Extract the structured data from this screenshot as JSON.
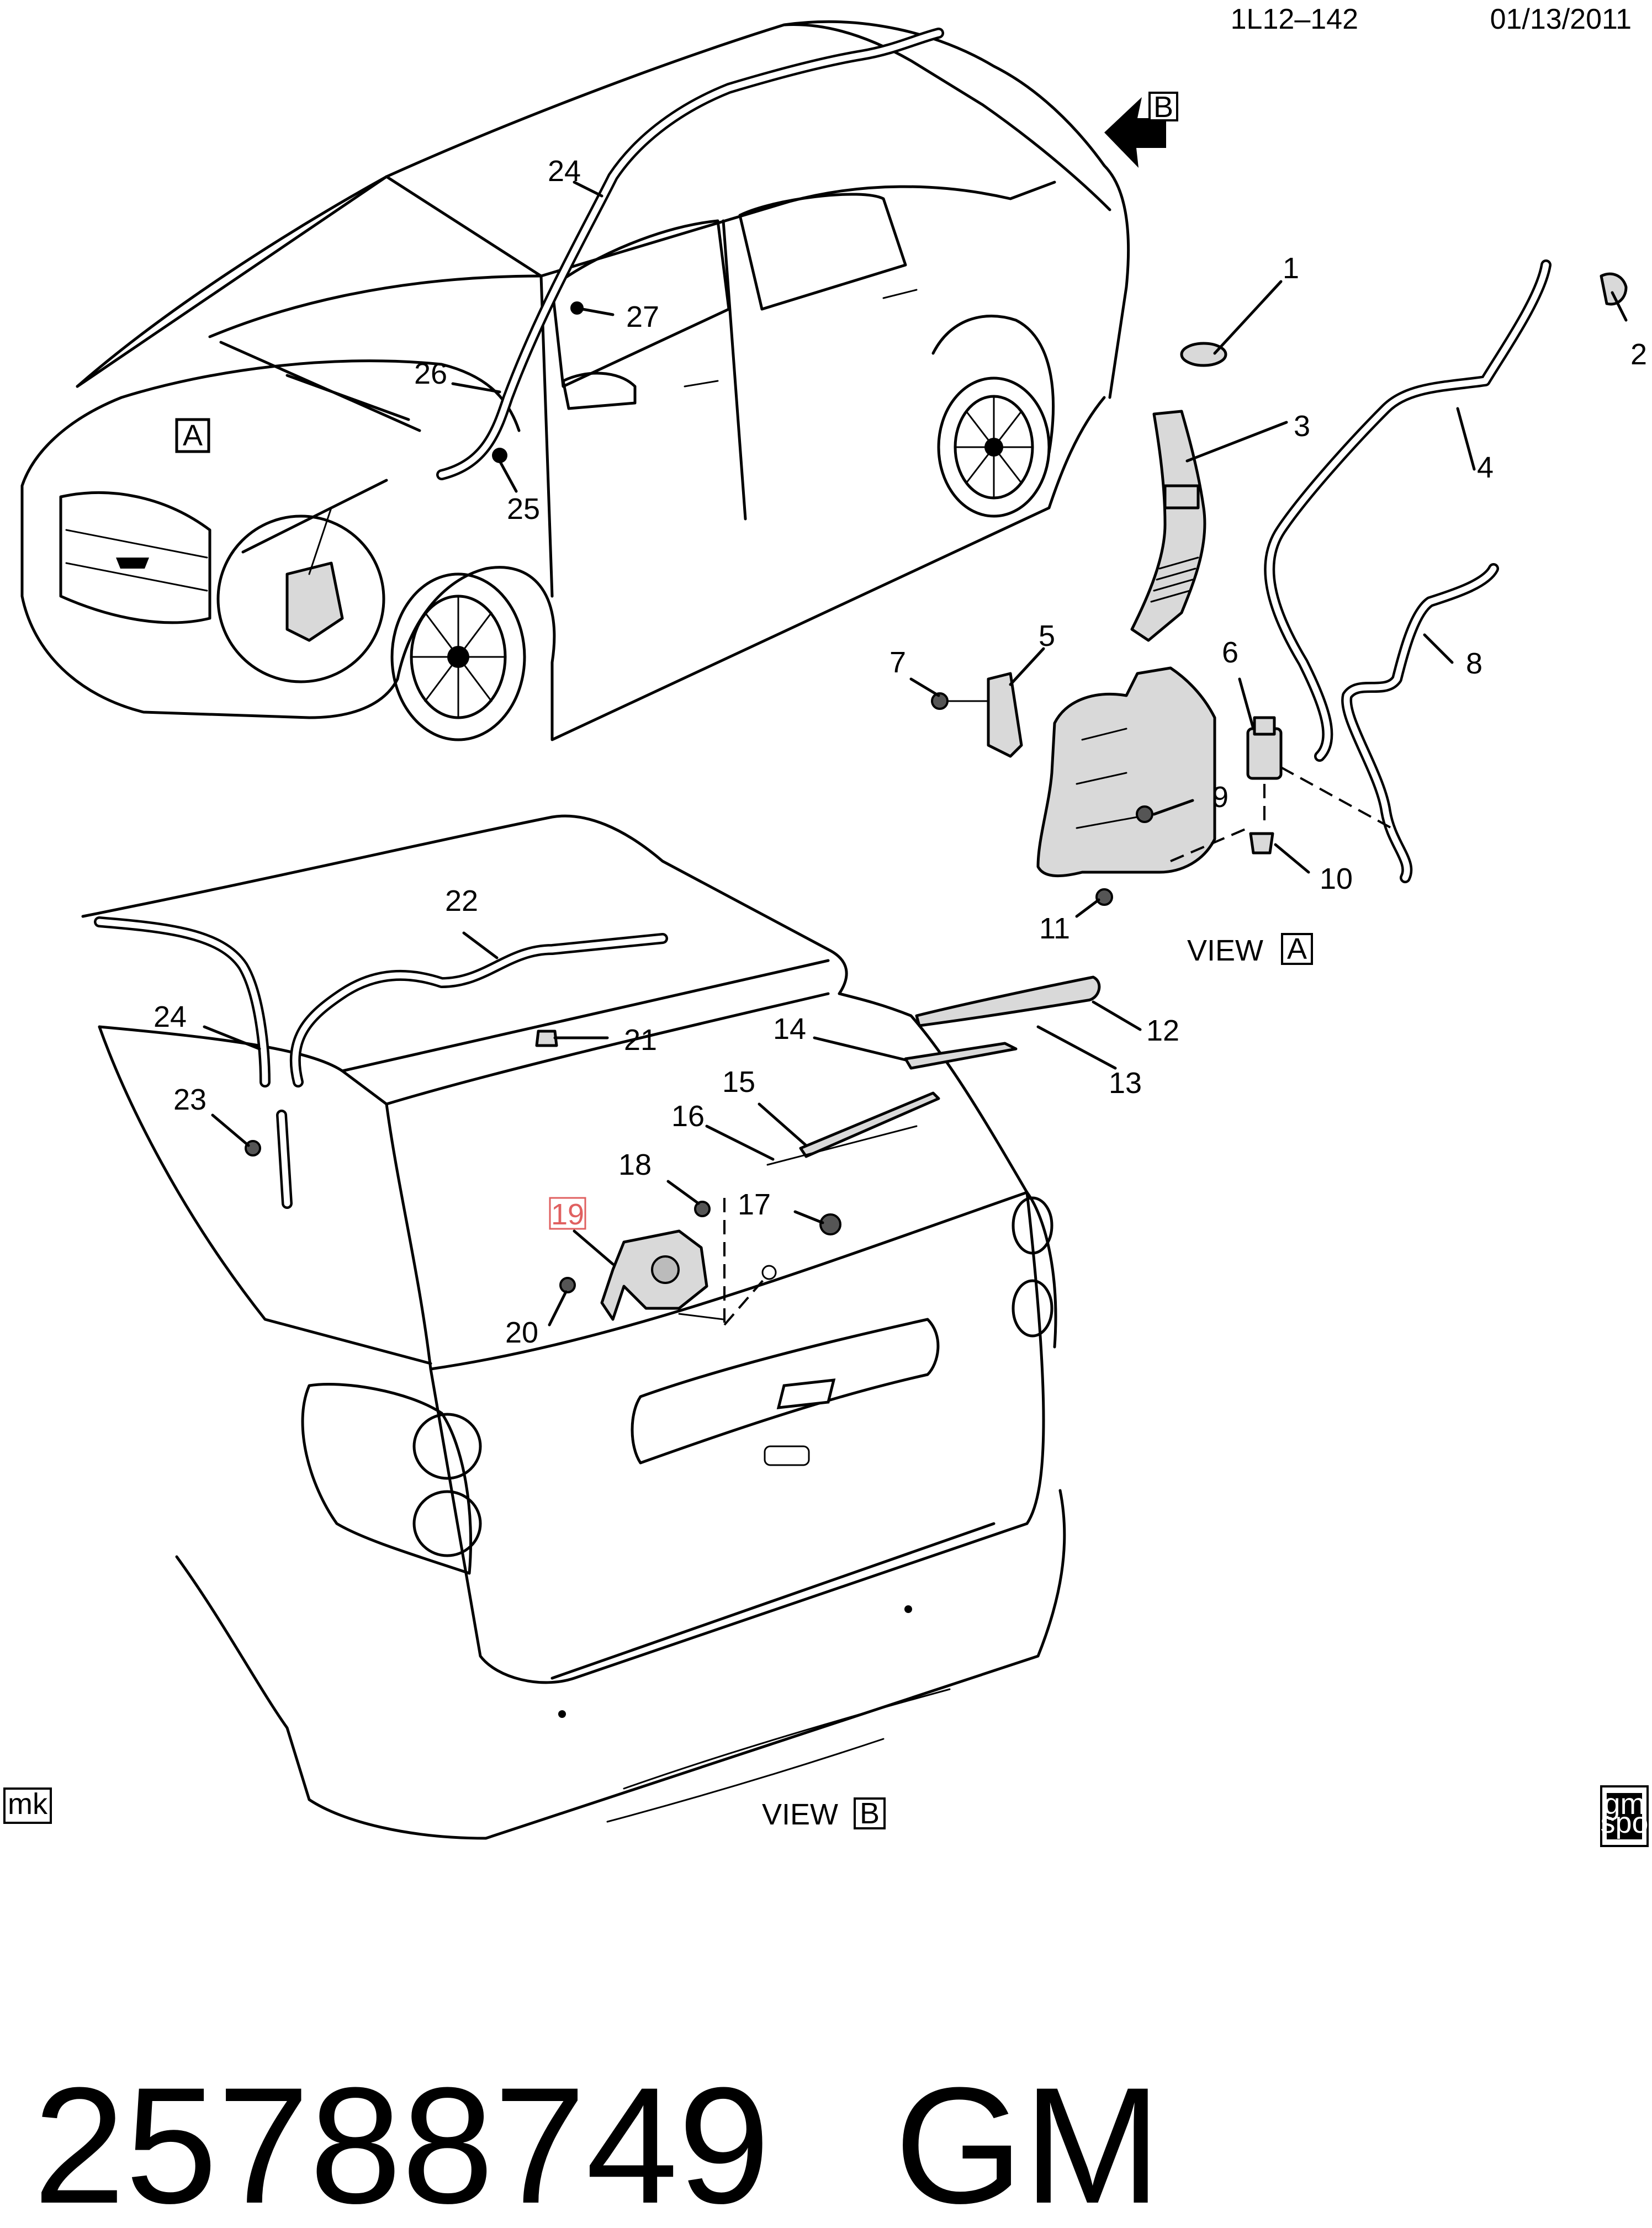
{
  "header": {
    "doc_code": "1L12–142",
    "date": "01/13/2011"
  },
  "view_markers": {
    "a": "A",
    "b": "B",
    "view_word": "VIEW"
  },
  "callouts": [
    "1",
    "2",
    "3",
    "4",
    "5",
    "6",
    "7",
    "8",
    "9",
    "10",
    "11",
    "12",
    "13",
    "14",
    "15",
    "16",
    "17",
    "18",
    "19",
    "20",
    "21",
    "22",
    "23",
    "24",
    "24",
    "25",
    "26",
    "27"
  ],
  "highlighted_callout": "19",
  "footer": {
    "left_tag": "mk",
    "logo_text": [
      "gm",
      "spo"
    ]
  },
  "part": {
    "number": "25788749",
    "brand": "GM"
  }
}
